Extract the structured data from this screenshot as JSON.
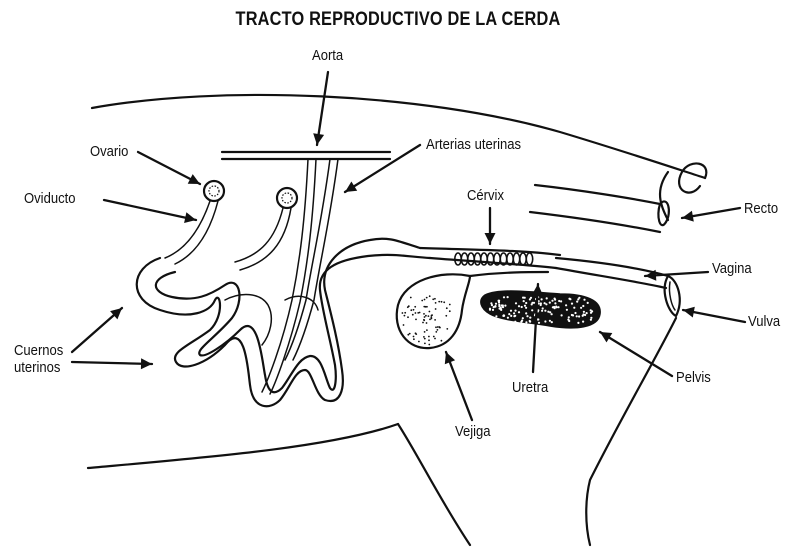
{
  "title": "TRACTO REPRODUCTIVO DE LA CERDA",
  "labels": {
    "aorta": "Aorta",
    "arterias": "Arterias uterinas",
    "ovario": "Ovario",
    "oviducto": "Oviducto",
    "cervix": "Cérvix",
    "recto": "Recto",
    "vagina": "Vagina",
    "vulva": "Vulva",
    "cuernos_1": "Cuernos",
    "cuernos_2": "uterinos",
    "uretra": "Uretra",
    "pelvis": "Pelvis",
    "vejiga": "Vejiga"
  },
  "colors": {
    "ink": "#111111",
    "background": "#ffffff"
  }
}
